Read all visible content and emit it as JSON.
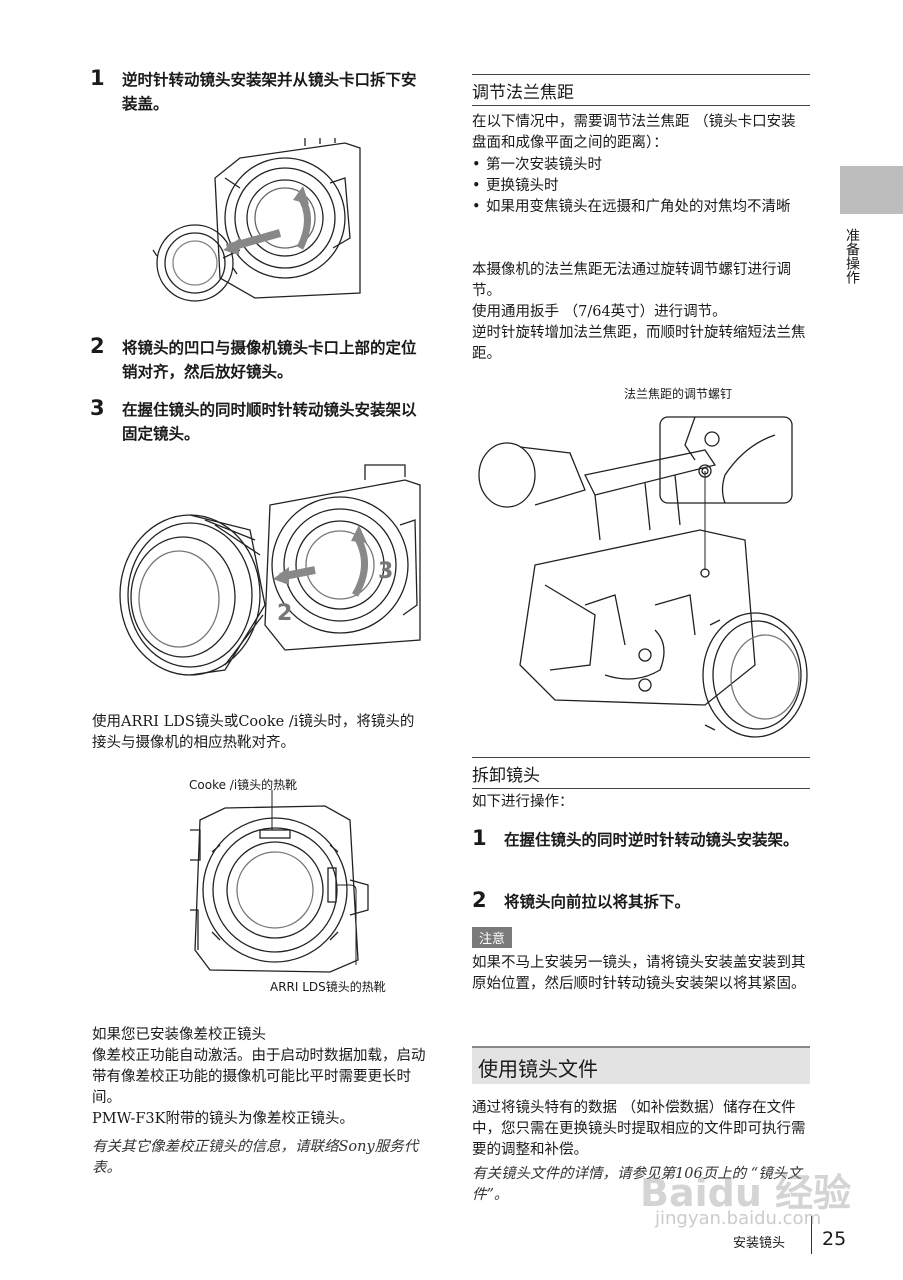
{
  "left": {
    "steps": [
      {
        "num": "1",
        "text": "逆时针转动镜头安装架并从镜头卡口拆下安装盖。"
      },
      {
        "num": "2",
        "text": "将镜头的凹口与摄像机镜头卡口上部的定位销对齐，然后放好镜头。"
      },
      {
        "num": "3",
        "text": "在握住镜头的同时顺时针转动镜头安装架以固定镜头。"
      }
    ],
    "fig2_labels": {
      "two": "2",
      "three": "3"
    },
    "arri_para": "使用ARRI LDS镜头或Cooke /i镜头时，将镜头的接头与摄像机的相应热靴对齐。",
    "cooke_callout": "Cooke /i镜头的热靴",
    "arri_callout": "ARRI LDS镜头的热靴",
    "aberration": {
      "heading": "如果您已安装像差校正镜头",
      "para1": "像差校正功能自动激活。由于启动时数据加载，启动带有像差校正功能的摄像机可能比平时需要更长时间。",
      "para2": "PMW-F3K附带的镜头为像差校正镜头。",
      "note": "有关其它像差校正镜头的信息，请联络Sony服务代表。"
    }
  },
  "right": {
    "flange": {
      "heading": "调节法兰焦距",
      "intro": "在以下情况中，需要调节法兰焦距 （镜头卡口安装盘面和成像平面之间的距离）：",
      "bullets": [
        "第一次安装镜头时",
        "更换镜头时",
        "如果用变焦镜头在远摄和广角处的对焦均不清晰"
      ],
      "para1": "本摄像机的法兰焦距无法通过旋转调节螺钉进行调节。",
      "para2": "使用通用扳手 （7/64英寸）进行调节。",
      "para3": "逆时针旋转增加法兰焦距，而顺时针旋转缩短法兰焦距。",
      "callout": "法兰焦距的调节螺钉"
    },
    "remove": {
      "heading": "拆卸镜头",
      "intro": "如下进行操作：",
      "steps": [
        {
          "num": "1",
          "text": "在握住镜头的同时逆时针转动镜头安装架。"
        },
        {
          "num": "2",
          "text": "将镜头向前拉以将其拆下。"
        }
      ],
      "note_label": "注意",
      "note_text": "如果不马上安装另一镜头，请将镜头安装盖安装到其原始位置，然后顺时针转动镜头安装架以将其紧固。"
    },
    "lensfile": {
      "heading": "使用镜头文件",
      "para": "通过将镜头特有的数据 （如补偿数据）储存在文件中，您只需在更换镜头时提取相应的文件即可执行需要的调整和补偿。",
      "note": "有关镜头文件的详情，请参见第106页上的 “镜头文件”。"
    }
  },
  "side_tab": "准备操作",
  "footer": {
    "section": "安装镜头",
    "page": "25"
  },
  "watermark": {
    "logo": "Baidu 经验",
    "url": "jingyan.baidu.com"
  }
}
